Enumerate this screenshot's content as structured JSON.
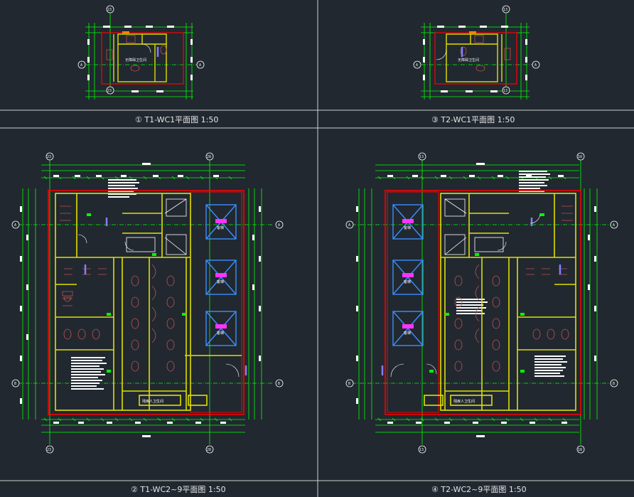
{
  "viewports": [
    {
      "id": "t1-wc1",
      "title": "① T1-WC1平面图 1:50",
      "grid_top": "23",
      "grid_left": "A",
      "grid_right": "A",
      "grid_bottom": "23",
      "room_label": "无障碍卫生间"
    },
    {
      "id": "t2-wc1",
      "title": "③ T2-WC1平面图 1:50",
      "grid_top": "13",
      "grid_left": "A",
      "grid_right": "A",
      "grid_bottom": "13",
      "room_label": "无障碍卫生间"
    },
    {
      "id": "t1-wc2",
      "title": "② T1-WC2~9平面图 1:50",
      "grid_top_left": "23",
      "grid_top_right": "28",
      "grid_left_top": "A",
      "grid_left_bottom": "B",
      "grid_right_top": "A",
      "grid_right_bottom": "B",
      "elevators": [
        "客梯",
        "客梯",
        "客梯"
      ],
      "bottom_label": "残疾人卫生间"
    },
    {
      "id": "t2-wc2",
      "title": "④ T2-WC2~9平面图 1:50",
      "grid_top_left": "13",
      "grid_top_right": "18",
      "grid_left_top": "A",
      "grid_left_bottom": "B",
      "grid_right_top": "A",
      "grid_right_bottom": "B",
      "elevators": [
        "客梯",
        "客梯",
        "客梯"
      ],
      "bottom_label": "残疾人卫生间"
    }
  ],
  "colors": {
    "background": "#212830",
    "dimension": "#00ff00",
    "wall": "#e0e000",
    "outline": "#ff0000",
    "fixture": "#c0504d",
    "elevator": "#3a8fff",
    "door": "#8080ff",
    "tag": "#ff33ff",
    "divider": "#cfcfcf"
  }
}
